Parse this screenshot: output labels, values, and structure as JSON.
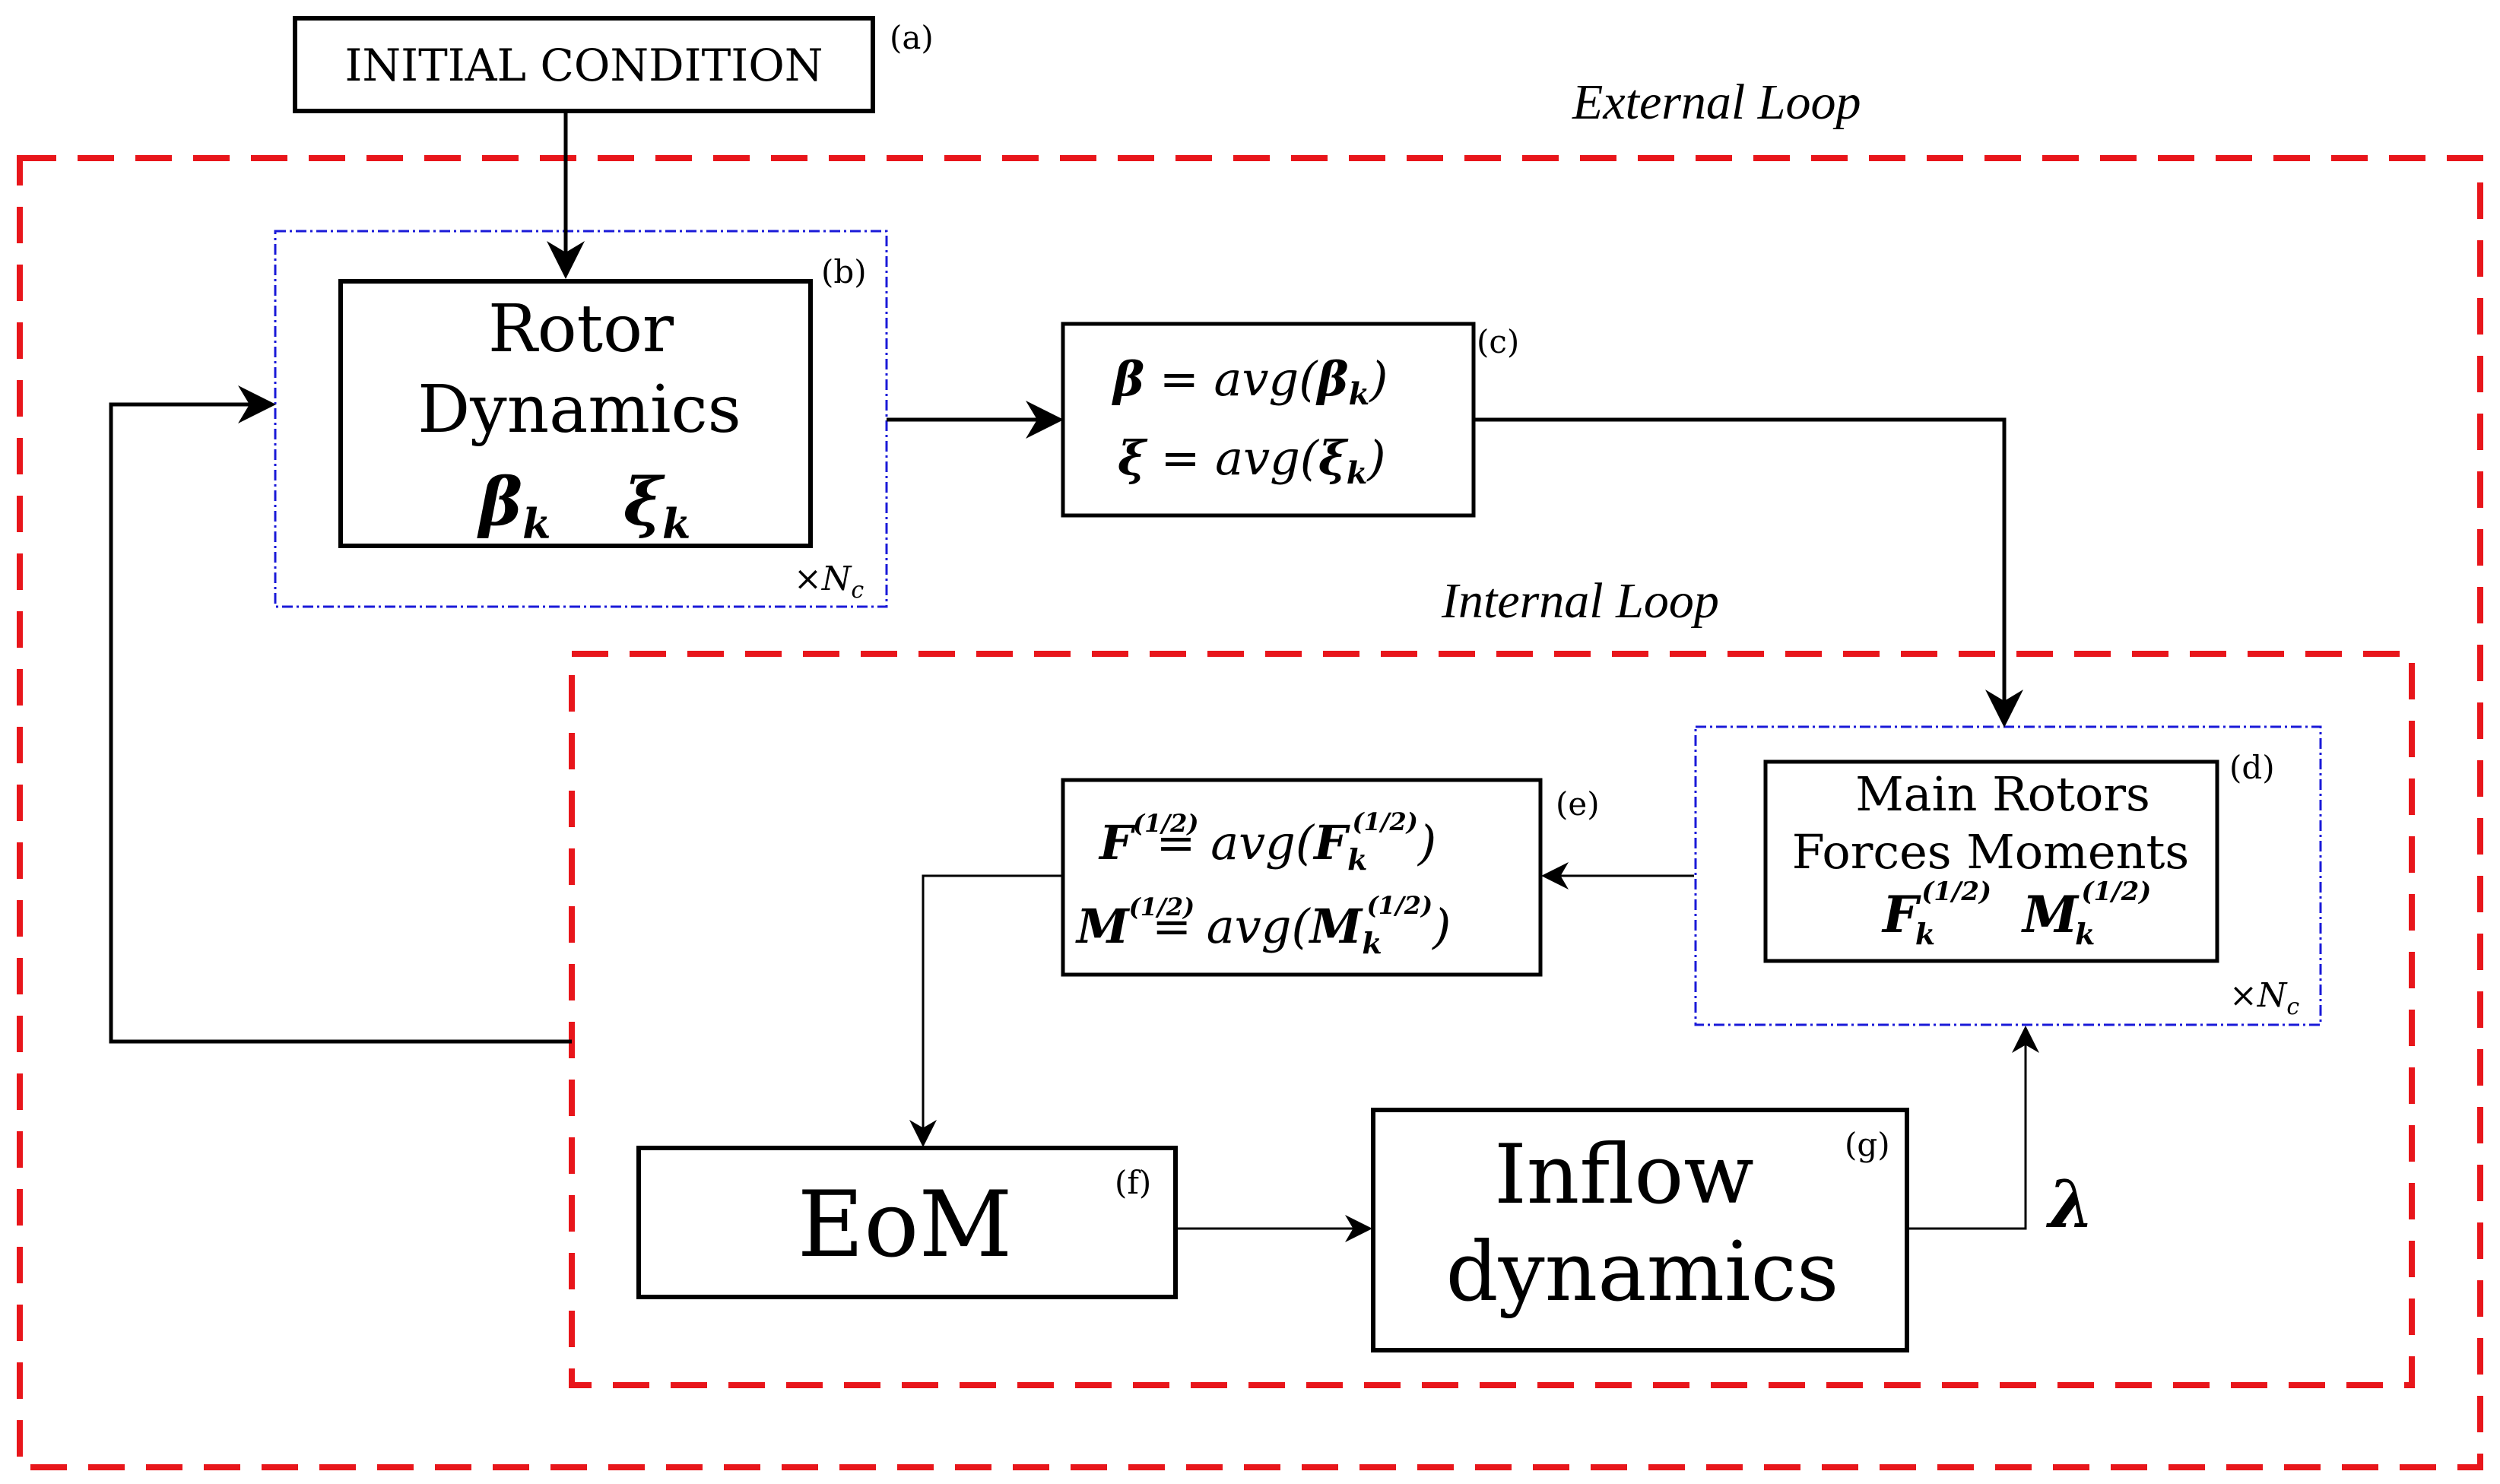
{
  "loops": {
    "external": "External Loop",
    "internal": "Internal Loop"
  },
  "boxes": {
    "a": {
      "tag": "(a)",
      "label": "INITIAL CONDITION"
    },
    "b": {
      "tag": "(b)",
      "line1": "Rotor",
      "line2": "Dynamics",
      "beta": "β",
      "xi": "ξ",
      "sub": "k",
      "mult": "×N",
      "mult_sub": "c"
    },
    "c": {
      "tag": "(c)",
      "line1_lhs": "β",
      "line1_rhs": " = avg(",
      "line1_arg": "β",
      "line1_sub": "k",
      "line1_close": ")",
      "line2_lhs": "ξ",
      "line2_rhs": " = avg(",
      "line2_arg": "ξ",
      "line2_sub": "k",
      "line2_close": ")"
    },
    "d": {
      "tag": "(d)",
      "line1": "Main Rotors",
      "line2": "Forces  Moments",
      "F": "F",
      "M": "M",
      "sub": "k",
      "sup": "(1/2)",
      "mult": "×N",
      "mult_sub": "c"
    },
    "e": {
      "tag": "(e)",
      "F": "F",
      "M": "M",
      "sup": "(1/2)",
      "eq": "= avg(",
      "sub": "k",
      "close": ")"
    },
    "f": {
      "tag": "(f)",
      "label": "EoM"
    },
    "g": {
      "tag": "(g)",
      "line1": "Inflow",
      "line2": "dynamics"
    }
  },
  "signals": {
    "lambda": "λ"
  },
  "colors": {
    "loop_dash": "#e8161b",
    "nc_frame": "#1a1ad8",
    "stroke": "#000000"
  }
}
